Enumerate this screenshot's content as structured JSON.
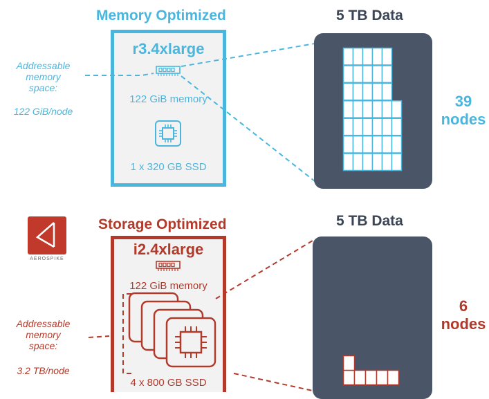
{
  "colors": {
    "memory_accent": "#4ab6de",
    "storage_accent": "#b23a2b",
    "data_panel": "#4b5568",
    "box_fill": "#f2f2f2",
    "title_dark": "#3b4556"
  },
  "memory_section": {
    "title": "Memory Optimized",
    "instance_type": "r3.4xlarge",
    "memory_label": "122 GiB memory",
    "storage_label": "1 x 320 GB SSD",
    "addressable_label_line1": "Addressable",
    "addressable_label_line2": "memory",
    "addressable_label_line3": "space:",
    "addressable_value": "122 GiB/node",
    "data_title": "5 TB Data",
    "node_count": "39",
    "node_label": "nodes",
    "ram_icon": "ram-chip-icon",
    "ssd_icon": "cpu-chip-icon"
  },
  "storage_section": {
    "title": "Storage Optimized",
    "instance_type": "i2.4xlarge",
    "memory_label": "122 GiB memory",
    "storage_label": "4 x 800 GB SSD",
    "addressable_label_line1": "Addressable",
    "addressable_label_line2": "memory",
    "addressable_label_line3": "space:",
    "addressable_value": "3.2 TB/node",
    "data_title": "5 TB Data",
    "node_count": "6",
    "node_label": "nodes",
    "ram_icon": "ram-chip-icon",
    "ssd_icon": "cpu-chip-icon"
  },
  "logo": {
    "brand_text": "AEROSPIKE",
    "icon": "aerospike-logo-icon"
  }
}
